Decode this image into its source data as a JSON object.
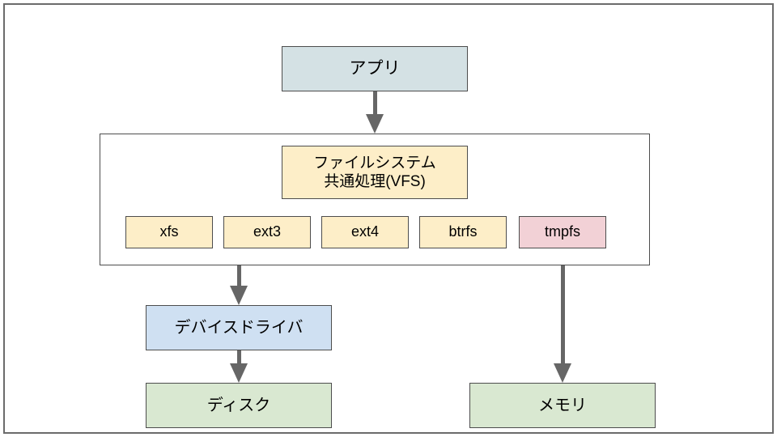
{
  "diagram": {
    "type": "block-diagram",
    "nodes": {
      "app": {
        "label": "アプリ",
        "color": "#d4e1e4"
      },
      "vfs": {
        "label": "ファイルシステム\n共通処理(VFS)",
        "color": "#fdeec8"
      },
      "driver": {
        "label": "デバイスドライバ",
        "color": "#cfe0f2"
      },
      "disk": {
        "label": "ディスク",
        "color": "#d9e8d1"
      },
      "memory": {
        "label": "メモリ",
        "color": "#d9e8d1"
      }
    },
    "filesystems": [
      {
        "label": "xfs",
        "color": "#fdeec8"
      },
      {
        "label": "ext3",
        "color": "#fdeec8"
      },
      {
        "label": "ext4",
        "color": "#fdeec8"
      },
      {
        "label": "btrfs",
        "color": "#fdeec8"
      },
      {
        "label": "tmpfs",
        "color": "#f2d1d6"
      }
    ],
    "edges": [
      {
        "from": "app",
        "to": "kernel-container"
      },
      {
        "from": "kernel-container",
        "to": "driver"
      },
      {
        "from": "driver",
        "to": "disk"
      },
      {
        "from": "kernel-container",
        "to": "memory"
      }
    ],
    "colors": {
      "frame_border": "#6b6b6b",
      "node_border": "#4d4d4d",
      "arrow": "#666666",
      "background": "#ffffff"
    }
  }
}
